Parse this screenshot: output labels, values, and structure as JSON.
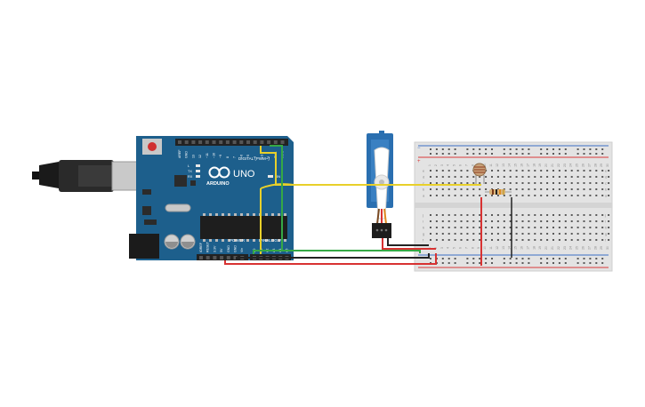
{
  "arduino": {
    "logo_text": "UNO",
    "brand": "ARDUINO",
    "digital_header": "DIGITAL (PWM~)",
    "power_header": "POWER",
    "analog_header": "ANALOG IN",
    "on_label": "ON",
    "led_labels": [
      "L",
      "TX",
      "RX"
    ],
    "digital_pins": [
      "AREF",
      "GND",
      "13",
      "12",
      "~11",
      "~10",
      "~9",
      "8",
      "7",
      "~6",
      "~5",
      "4",
      "~3",
      "2",
      "TX 1",
      "RX 0"
    ],
    "power_pins": [
      "IOREF",
      "RESET",
      "3.3V",
      "5V",
      "GND",
      "GND",
      "Vin"
    ],
    "analog_pins": [
      "A0",
      "A1",
      "A2",
      "A3",
      "A4",
      "A5"
    ]
  },
  "breadboard": {
    "column_numbers": [
      "1",
      "2",
      "3",
      "4",
      "5",
      "6",
      "7",
      "8",
      "9",
      "10",
      "11",
      "12",
      "13",
      "14",
      "15",
      "16",
      "17",
      "18",
      "19",
      "20",
      "21",
      "22",
      "23",
      "24",
      "25",
      "26",
      "27",
      "28",
      "29",
      "30"
    ],
    "row_letters_top": [
      "a",
      "b",
      "c",
      "d",
      "e"
    ],
    "row_letters_bottom": [
      "f",
      "g",
      "h",
      "i",
      "j"
    ],
    "rail_plus": "+",
    "rail_minus": "−"
  },
  "colors": {
    "board": "#1d5f8c",
    "board_dark": "#14486b",
    "breadboard": "#e3e3e3",
    "rail_red": "#d93a3a",
    "rail_blue": "#3b6fc4",
    "wire_yellow": "#e8d02a",
    "wire_green": "#35a845",
    "wire_red": "#d83232",
    "wire_black": "#222222",
    "servo": "#2a6fb0"
  }
}
